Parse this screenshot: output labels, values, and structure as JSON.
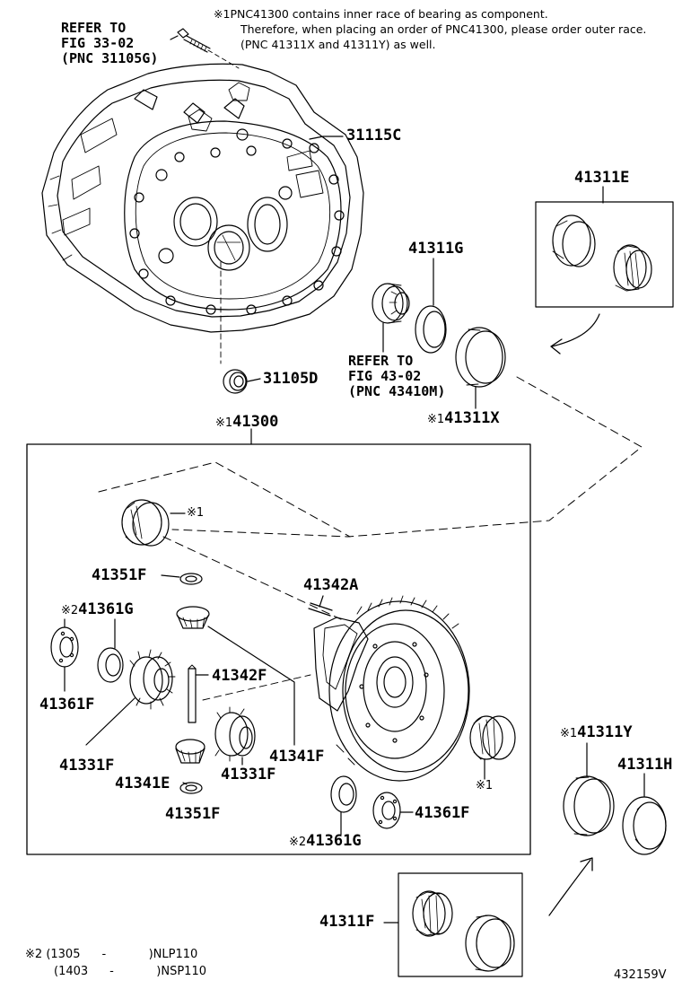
{
  "notes": {
    "mark1": "※1",
    "mark2": "※2",
    "header_line1": "PNC41300 contains inner race of bearing as component.",
    "header_line2": "Therefore, when placing an order of PNC41300, please order outer race.",
    "header_line3": "(PNC 41311X and 41311Y) as well."
  },
  "refs": {
    "ref_33": [
      "REFER TO",
      "FIG 33-02",
      "(PNC 31105G)"
    ],
    "ref_43": [
      "REFER TO",
      "FIG 43-02",
      "(PNC 43410M)"
    ]
  },
  "parts": {
    "p31115C": "31115C",
    "p31105D": "31105D",
    "p41311E": "41311E",
    "p41311G": "41311G",
    "p41311X": "41311X",
    "p41300": "41300",
    "p41351F_a": "41351F",
    "p41342A": "41342A",
    "p41361G_a": "41361G",
    "p41361F_a": "41361F",
    "p41342F": "41342F",
    "p41331F_a": "41331F",
    "p41341F": "41341F",
    "p41331F_b": "41331F",
    "p41341E": "41341E",
    "p41351F_b": "41351F",
    "p41361F_b": "41361F",
    "p41361G_b": "41361G",
    "p41311Y": "41311Y",
    "p41311H": "41311H",
    "p41311F": "41311F"
  },
  "footer": {
    "row1_from": "(1305",
    "row1_dash": "-",
    "row1_model": ")NLP110",
    "row2_from": "(1403",
    "row2_dash": "-",
    "row2_model": ")NSP110",
    "illustration_code": "432159V"
  }
}
